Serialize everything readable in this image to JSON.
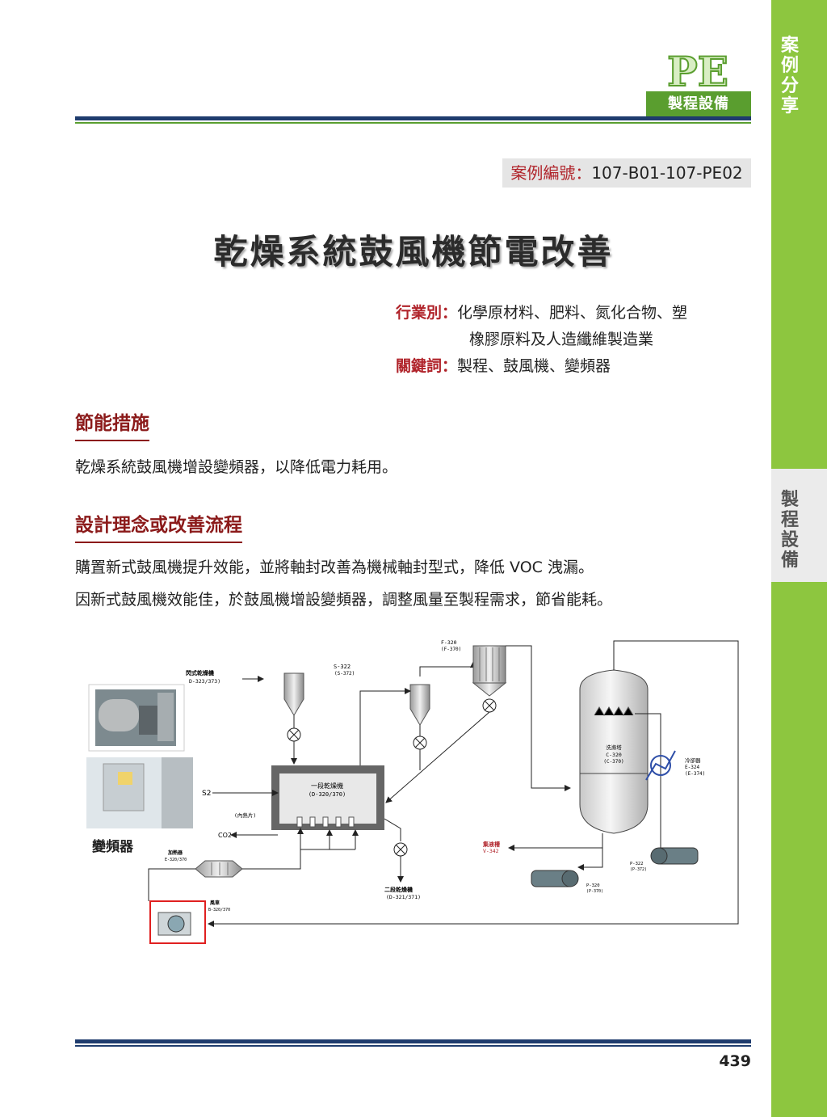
{
  "sidebar": {
    "top_label": [
      "案",
      "例",
      "分",
      "享"
    ],
    "section_label": [
      "製",
      "程",
      "設",
      "備"
    ]
  },
  "header": {
    "logo_text": "PE",
    "badge": "製程設備"
  },
  "case_number": {
    "label": "案例編號：",
    "value": "107-B01-107-PE02"
  },
  "title": "乾燥系統鼓風機節電改善",
  "industry": {
    "label": "行業別：",
    "line1": "化學原材料、肥料、氮化合物、塑",
    "line2": "橡膠原料及人造纖維製造業"
  },
  "keywords": {
    "label": "關鍵詞：",
    "value": "製程、鼓風機、變頻器"
  },
  "section1": {
    "heading": "節能措施",
    "text": "乾燥系統鼓風機增設變頻器，以降低電力耗用。"
  },
  "section2": {
    "heading": "設計理念或改善流程",
    "line1": "購置新式鼓風機提升效能，並將軸封改善為機械軸封型式，降低 VOC 洩漏。",
    "line2": "因新式鼓風機效能佳，於鼓風機增設變頻器，調整風量至製程需求，節省能耗。"
  },
  "diagram": {
    "flash_dryer": "閃式乾燥機",
    "flash_dryer_id": "D-323/373)",
    "s322": "S-322",
    "s322b": "(S-372)",
    "f320": "F-320",
    "f320b": "(F-370)",
    "dryer1": "一段乾燥機",
    "dryer1_id": "(D-320/370)",
    "inner_heat": "(內熱片)",
    "s2": "S2",
    "co2": "CO2",
    "vfd": "變頻器",
    "heater": "加熱器",
    "heater_id": "E-320/370",
    "blower": "風車",
    "blower_id": "B-320/370",
    "dryer2": "二段乾燥機",
    "dryer2_id": "(D-321/371)",
    "scrubber": "洗滌塔",
    "scrubber_id": "C-320",
    "scrubber_id2": "(C-370)",
    "cooler": "冷卻器",
    "cooler_id": "E-324",
    "cooler_id2": "(E-374)",
    "tank": "集液槽",
    "tank_id": "V-342",
    "pump1": "P-322",
    "pump1b": "(P-372)",
    "pump2": "P-320",
    "pump2b": "(P-370)"
  },
  "page_number": "439",
  "colors": {
    "green": "#8dc63f",
    "dark_green": "#5a9e2f",
    "red": "#b0232a",
    "navy": "#1f3c6e"
  }
}
